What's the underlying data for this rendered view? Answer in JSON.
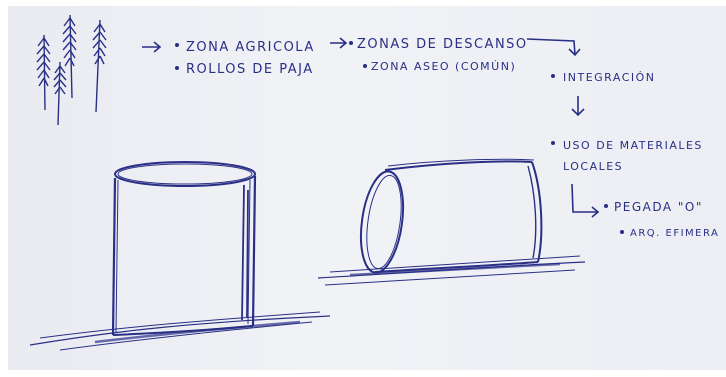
{
  "sketch": {
    "ink_color": "#2a2f86",
    "paper_color": "#eceef3",
    "notes": {
      "zona_agricola": "ZONA AGRICOLA",
      "rollos_de_paja": "ROLLOS DE PAJA",
      "zonas_de_descanso": "ZONAS DE DESCANSO",
      "zona_aseo": "ZONA ASEO (COMÚN)",
      "integracion": "INTEGRACIÓN",
      "uso_de_materiales": "USO DE MATERIALES",
      "locales": "LOCALES",
      "pegada_o": "PEGADA \"O\"",
      "arq_efimera": "ARQ. EFIMERA"
    },
    "drawings": [
      "wheat-stalks",
      "standing-straw-bale",
      "lying-straw-bale"
    ]
  }
}
